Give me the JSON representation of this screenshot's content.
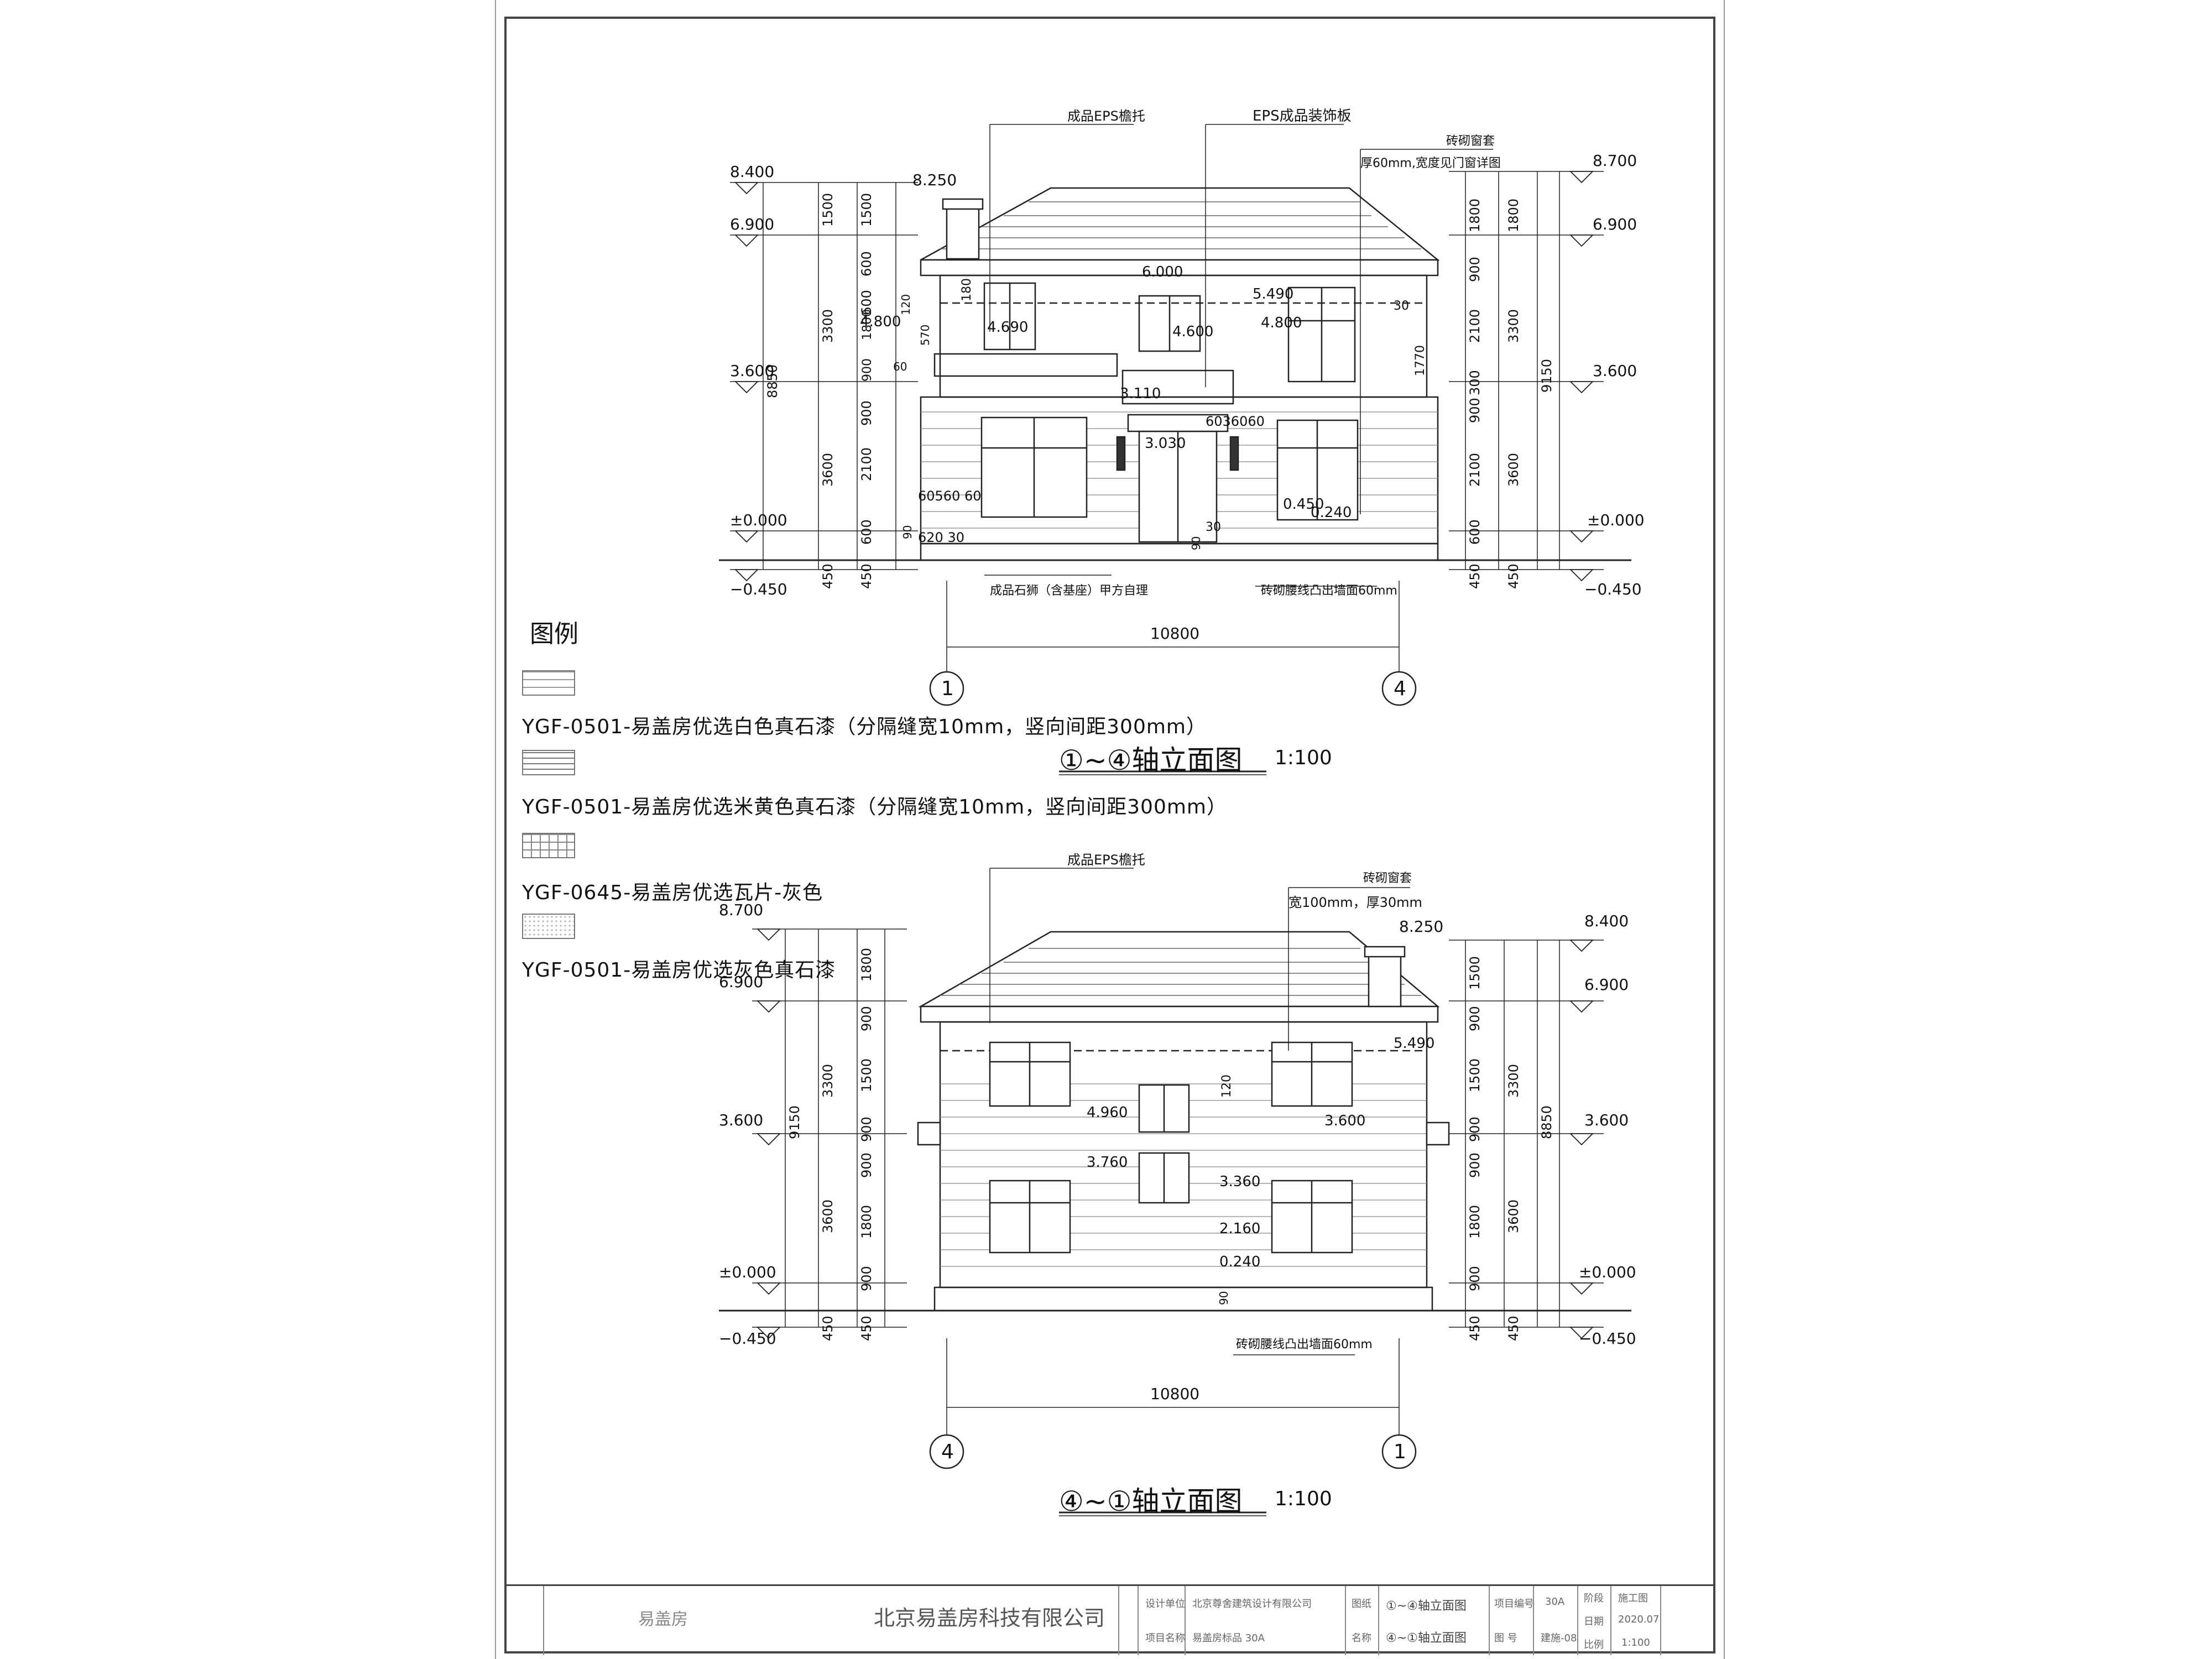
{
  "top_view": {
    "title": "①~④轴立面图",
    "scale": "1:100",
    "callouts": {
      "eps_cornice": "成品EPS檐托",
      "eps_panel": "EPS成品装饰板",
      "window_trim": "砖砌窗套",
      "window_trim_note": "厚60mm,宽度见门窗详图",
      "stone_lion": "成品石狮（含基座）甲方自理",
      "belt_course": "砖砌腰线凸出墙面60mm"
    },
    "levels_left": [
      "8.400",
      "6.900",
      "3.600",
      "±0.000",
      "−0.450"
    ],
    "levels_right": [
      "8.700",
      "6.900",
      "3.600",
      "±0.000",
      "−0.450"
    ],
    "chimney_level": "8.250",
    "dims_left_outer": [
      "8850"
    ],
    "dims_left_mid": [
      "1500",
      "3300",
      "3600",
      "450"
    ],
    "dims_left_inner": [
      "1500",
      "600",
      "600",
      "1800",
      "900",
      "900",
      "2100",
      "600",
      "450"
    ],
    "dims_right_inner": [
      "1800",
      "900",
      "2100",
      "300",
      "900",
      "2100",
      "600",
      "450"
    ],
    "dims_right_mid": [
      "1800",
      "3300",
      "3600",
      "450"
    ],
    "dims_right_outer": [
      "9150"
    ],
    "interior_labels": [
      "6.000",
      "5.490",
      "4.690",
      "4.600",
      "4.800",
      "4.800",
      "3.110",
      "3.030",
      "0.450",
      "0.240",
      "180",
      "120",
      "570",
      "30",
      "60",
      "1770",
      "60560 60",
      "620 30",
      "6036060",
      "90",
      "30",
      "90"
    ],
    "overall_width": "10800",
    "axis_left": "1",
    "axis_right": "4"
  },
  "legend": {
    "title": "图例",
    "items": [
      "YGF-0501-易盖房优选白色真石漆（分隔缝宽10mm，竖向间距300mm）",
      "YGF-0501-易盖房优选米黄色真石漆（分隔缝宽10mm，竖向间距300mm）",
      "YGF-0645-易盖房优选瓦片-灰色",
      "YGF-0501-易盖房优选灰色真石漆"
    ]
  },
  "bottom_view": {
    "title": "④~①轴立面图",
    "scale": "1:100",
    "callouts": {
      "eps_cornice": "成品EPS檐托",
      "window_trim": "砖砌窗套",
      "window_trim_note": "宽100mm，厚30mm",
      "belt_course": "砖砌腰线凸出墙面60mm"
    },
    "levels_left": [
      "8.700",
      "6.900",
      "3.600",
      "±0.000",
      "−0.450"
    ],
    "levels_right": [
      "8.400",
      "6.900",
      "3.600",
      "±0.000",
      "−0.450"
    ],
    "chimney_level": "8.250",
    "dims_left_outer": [
      "9150"
    ],
    "dims_left_mid": [
      "3300",
      "3600",
      "450"
    ],
    "dims_left_inner": [
      "1800",
      "900",
      "1500",
      "900",
      "900",
      "1800",
      "900",
      "450"
    ],
    "dims_right_inner": [
      "1500",
      "900",
      "1500",
      "900",
      "900",
      "1800",
      "900",
      "450"
    ],
    "dims_right_mid": [
      "3300",
      "3600",
      "450"
    ],
    "dims_right_outer": [
      "8850"
    ],
    "interior_labels": [
      "5.490",
      "4.960",
      "3.760",
      "3.600",
      "3.360",
      "2.160",
      "0.240",
      "120",
      "90"
    ],
    "overall_width": "10800",
    "axis_left": "4",
    "axis_right": "1"
  },
  "title_block": {
    "company": "北京易盖房科技有限公司",
    "logo_text": "易盖房",
    "design_unit_label": "设计单位",
    "design_unit": "北京尊舍建筑设计有限公司",
    "project_label": "项目名称",
    "project": "易盖房标品 30A",
    "drawing_label": "图纸",
    "drawing_name_1": "①~④轴立面图",
    "name_label": "名称",
    "drawing_name_2": "④~①轴立面图",
    "project_no_label": "项目编号",
    "project_no": "30A",
    "sheet_label": "图 号",
    "sheet_no": "建施-08",
    "stage_label": "阶段",
    "stage": "施工图",
    "date_label": "日期",
    "date": "2020.07",
    "scale_label": "比例",
    "scale": "1:100"
  }
}
